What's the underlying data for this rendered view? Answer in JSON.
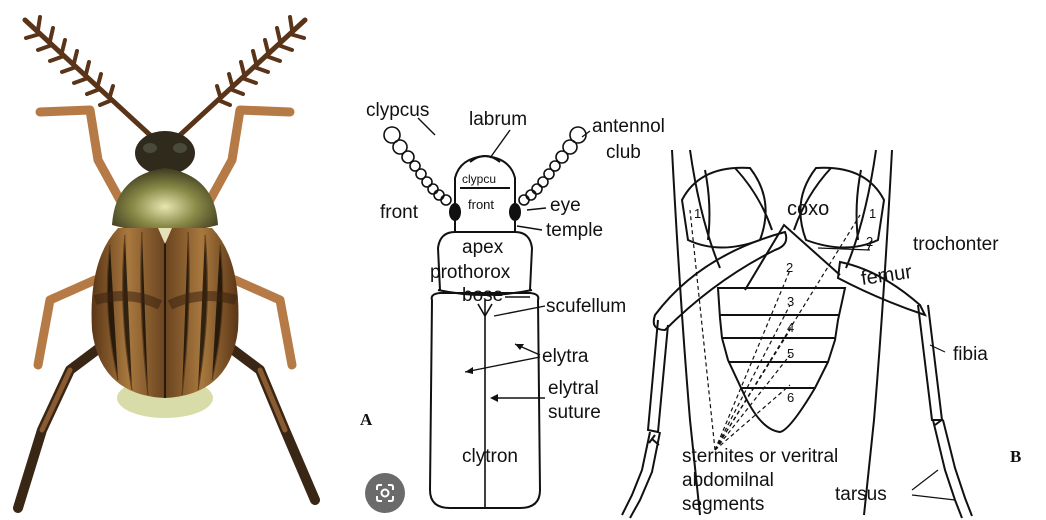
{
  "diagram": {
    "panel_a": {
      "letter": "A",
      "labels": {
        "clypcus": "clypcus",
        "labrum": "labrum",
        "antennol": "antennol",
        "club": "club",
        "clypcu_inner": "clypcu",
        "front_inner": "front",
        "front": "front",
        "eye": "eye",
        "temple": "temple",
        "apex": "apex",
        "prothorox": "prothorox",
        "bose": "bose",
        "scufellum": "scufellum",
        "elytra": "elytra",
        "elytral": "elytral",
        "suture": "suture",
        "clytron": "clytron"
      }
    },
    "panel_b": {
      "letter": "B",
      "labels": {
        "coxo": "coxo",
        "trochonter": "trochonter",
        "femur": "femur",
        "fibia": "fibia",
        "sternites": "sternites or veritral",
        "abdomilnal": "abdomilnal",
        "segments": "segments",
        "tarsus": "tarsus"
      },
      "segment_numbers": [
        "1",
        "1",
        "2",
        "2",
        "3",
        "4",
        "5",
        "6"
      ]
    }
  },
  "overlay": {
    "icon": "lens-search-icon"
  },
  "colors": {
    "beetle_brown": "#7a4e24",
    "beetle_dark": "#2f2a1c",
    "beetle_leg": "#b57a45",
    "overlay_button": "#6b6b6b"
  }
}
